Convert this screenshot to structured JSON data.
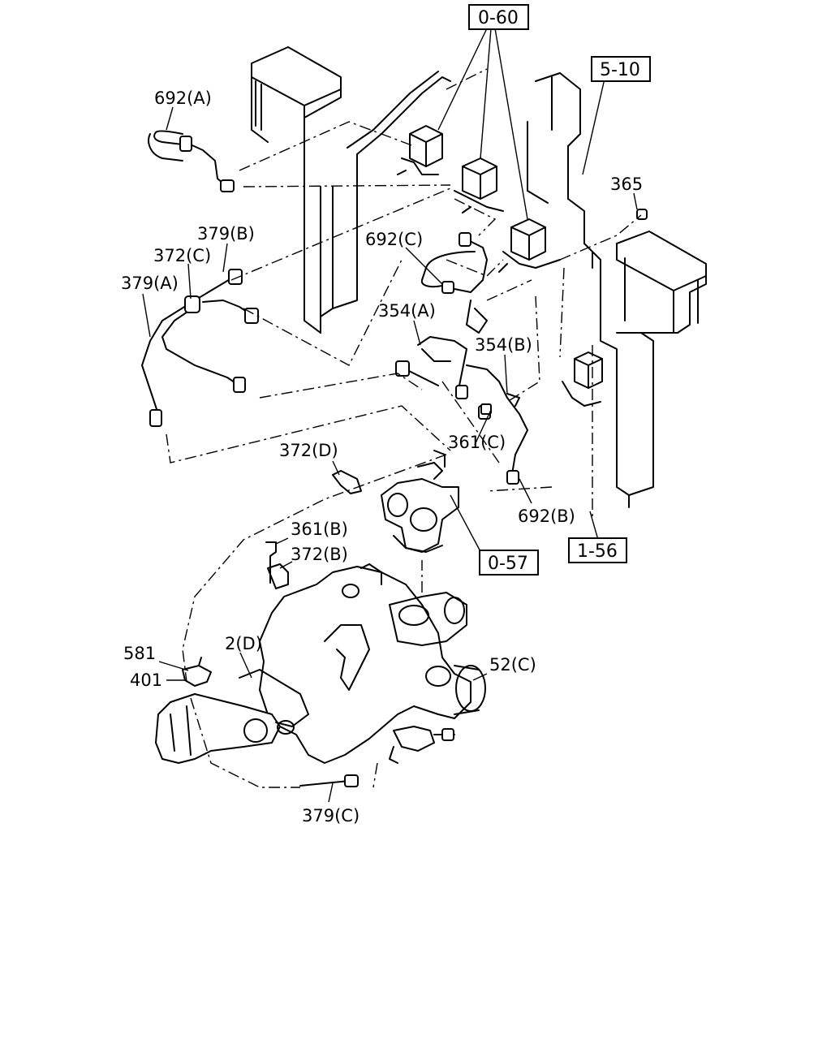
{
  "labels": {
    "692A": "692(A)",
    "379B": "379(B)",
    "372C": "372(C)",
    "379A": "379(A)",
    "692C": "692(C)",
    "354A": "354(A)",
    "354B": "354(B)",
    "365": "365",
    "372D": "372(D)",
    "361C": "361(C)",
    "361B": "361(B)",
    "372B": "372(B)",
    "692B": "692(B)",
    "581": "581",
    "401": "401",
    "2D": "2(D)",
    "52C": "52(C)",
    "379C": "379(C)"
  },
  "refs": {
    "r060": "0-60",
    "r510": "5-10",
    "r057": "0-57",
    "r156": "1-56"
  }
}
